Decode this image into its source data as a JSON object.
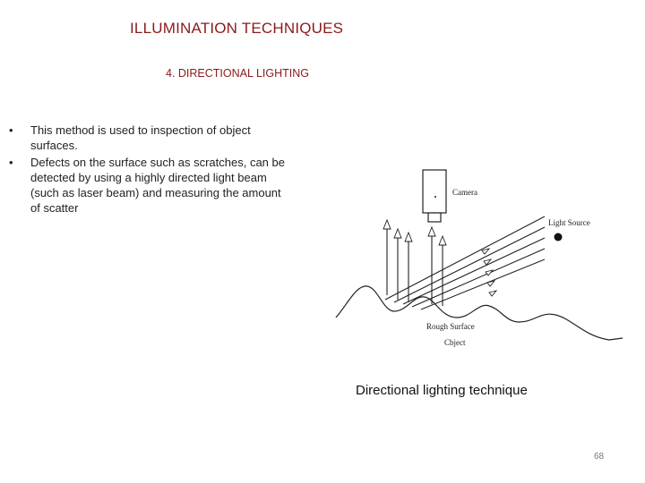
{
  "slide": {
    "title": "ILLUMINATION TECHNIQUES",
    "subtitle": "4. DIRECTIONAL LIGHTING",
    "bullets": [
      "This method is used to inspection of object surfaces.",
      "Defects on the surface such as scratches, can be detected by using a highly directed light beam (such as laser beam) and measuring the amount of scatter"
    ],
    "bullet_symbol": "•",
    "figure": {
      "camera_label": "Camera",
      "light_source_label": "Light Source",
      "surface_label": "Rough Surface",
      "object_label": "Cbject"
    },
    "caption": "Directional lighting technique",
    "page_number": "68"
  }
}
